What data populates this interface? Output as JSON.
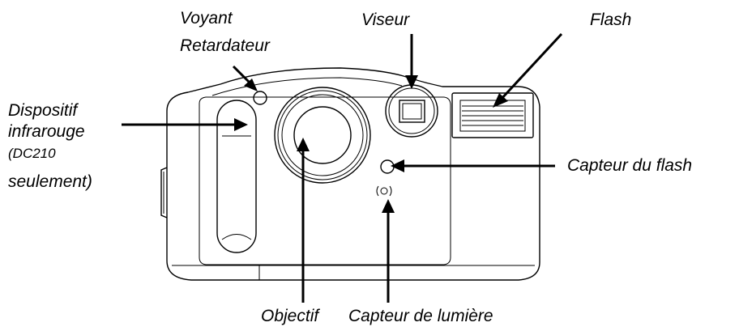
{
  "labels": {
    "voyant_line1": "Voyant",
    "voyant_line2": "Retardateur",
    "viseur": "Viseur",
    "flash": "Flash",
    "dispositif_line1": "Dispositif",
    "dispositif_line2": "infrarouge",
    "dispositif_line3": "(DC210",
    "dispositif_line4": "seulement)",
    "capteur_flash": "Capteur du flash",
    "objectif": "Objectif",
    "capteur_lumiere": "Capteur de lumière"
  },
  "colors": {
    "ink": "#000000",
    "background": "#ffffff"
  }
}
